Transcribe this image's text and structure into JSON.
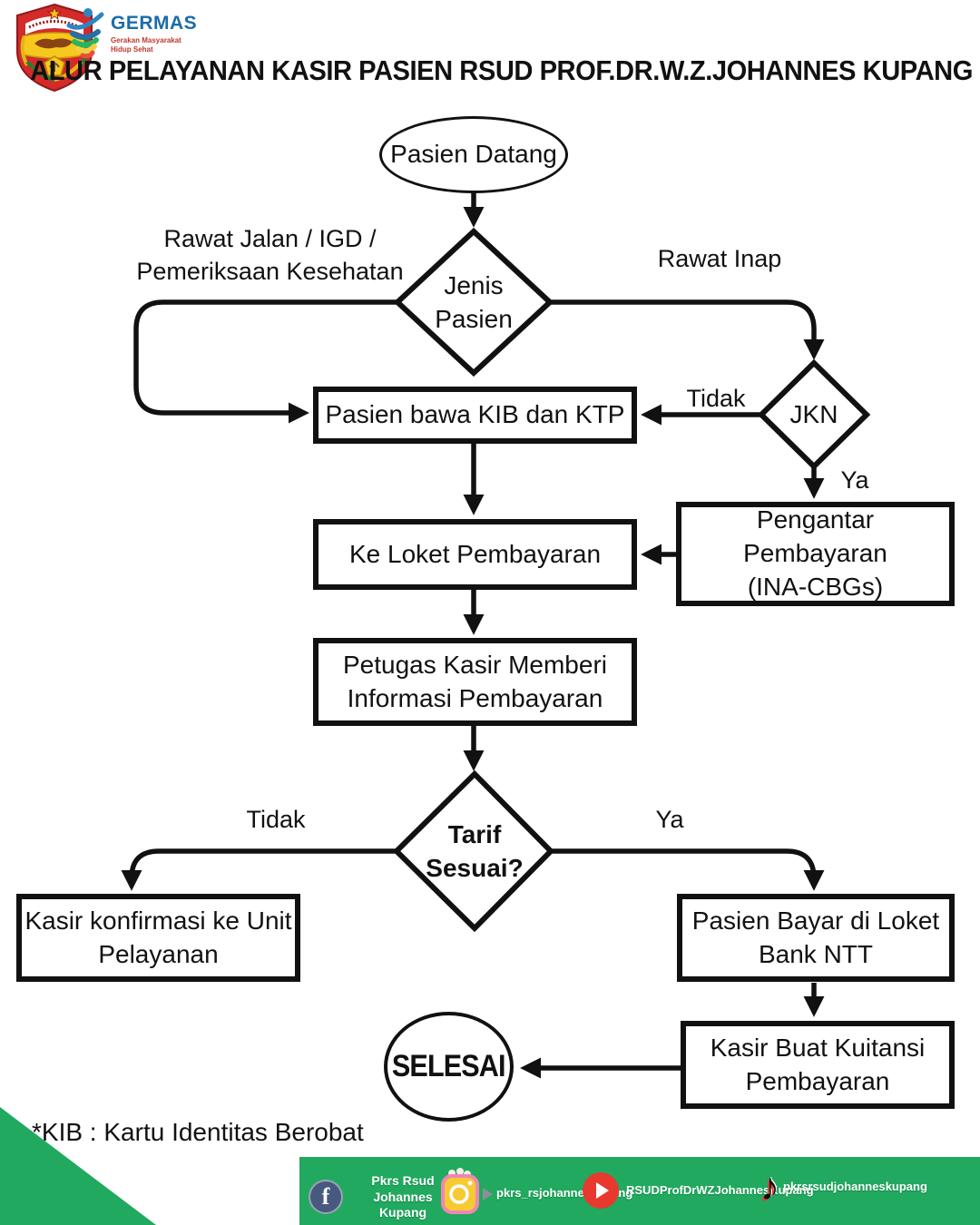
{
  "header": {
    "title": "ALUR PELAYANAN KASIR PASIEN RSUD PROF.DR.W.Z.JOHANNES KUPANG",
    "germas": {
      "wordmark": "GERMAS",
      "tagline": "Gerakan Masyarakat\nHidup Sehat"
    }
  },
  "flowchart": {
    "nodes": {
      "start": "Pasien Datang",
      "jenis_pasien": "Jenis\nPasien",
      "pasien_bawa_kib": "Pasien bawa KIB dan KTP",
      "jkn": "JKN",
      "ke_loket": "Ke Loket Pembayaran",
      "pengantar_pembayaran": "Pengantar Pembayaran\n(INA-CBGs)",
      "petugas_kasir": "Petugas Kasir Memberi\nInformasi Pembayaran",
      "tarif_sesuai": "Tarif\nSesuai?",
      "kasir_konfirmasi": "Kasir konfirmasi ke Unit\nPelayanan",
      "pasien_bayar": "Pasien Bayar di Loket\nBank NTT",
      "kasir_kuitansi": "Kasir Buat Kuitansi\nPembayaran",
      "selesai": "SELESAI"
    },
    "edge_labels": {
      "rawat_jalan": "Rawat Jalan / IGD /\nPemeriksaan Kesehatan",
      "rawat_inap": "Rawat Inap",
      "jkn_tidak": "Tidak",
      "jkn_ya": "Ya",
      "tarif_tidak": "Tidak",
      "tarif_ya": "Ya"
    }
  },
  "footnote": "*KIB : Kartu Identitas Berobat",
  "footer": {
    "social": [
      {
        "platform": "Facebook",
        "handle": "Pkrs Rsud\nJohannes Kupang"
      },
      {
        "platform": "Instagram",
        "handle": "pkrs_rsjohanneskupang"
      },
      {
        "platform": "YouTube",
        "handle": "RSUDProfDrWZJohannesKupang"
      },
      {
        "platform": "TikTok",
        "handle": "pkrsrsudjohanneskupang"
      }
    ]
  },
  "colors": {
    "accent_green": "#21a95f",
    "line_black": "#111111",
    "facebook_blue": "#48597f",
    "youtube_red": "#e8392e",
    "germas_blue": "#1b6ca8",
    "germas_tagline_red": "#c0392b",
    "crest_red": "#d42a2a",
    "crest_yellow": "#f7c81e"
  }
}
